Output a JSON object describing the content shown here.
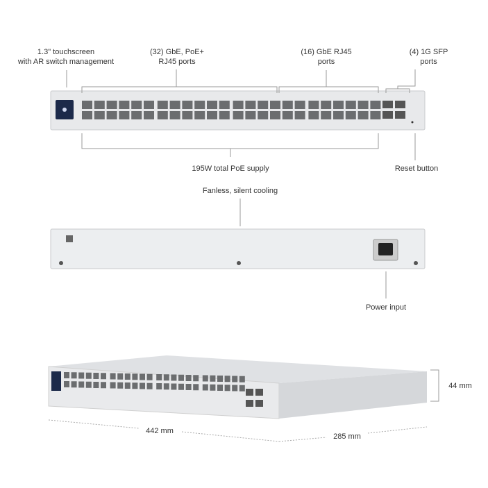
{
  "labels": {
    "touchscreen": [
      "1.3\" touchscreen",
      "with AR switch management"
    ],
    "poe_ports": [
      "(32) GbE, PoE+",
      "RJ45 ports"
    ],
    "gbe_ports": [
      "(16) GbE RJ45",
      "ports"
    ],
    "sfp_ports": [
      "(4) 1G SFP",
      "ports"
    ],
    "poe_supply": "195W total PoE supply",
    "reset": "Reset button",
    "cooling": "Fanless, silent cooling",
    "power": "Power input",
    "width": "442 mm",
    "depth": "285 mm",
    "height": "44 mm"
  },
  "colors": {
    "chassis": "#e6e7e9",
    "port": "#6b6d6f",
    "screen": "#1c2a4a"
  }
}
